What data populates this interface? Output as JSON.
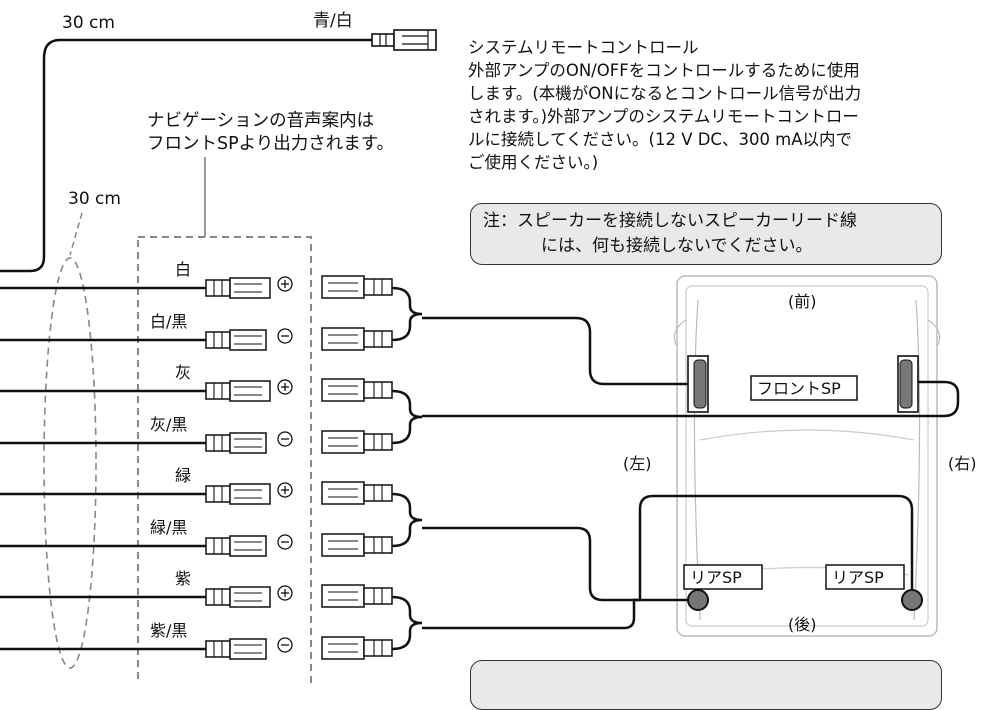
{
  "labels": {
    "cable_len_top": "30 cm",
    "cable_len_left": "30 cm",
    "remote_wire_color": "青/白",
    "nav_note_line1": "ナビゲーションの音声案内は",
    "nav_note_line2": "フロントSPより出力されます。",
    "front": "(前)",
    "rear": "(後)",
    "left": "(左)",
    "right": "(右)",
    "front_sp": "フロントSP",
    "rear_sp_left": "リアSP",
    "rear_sp_right": "リアSP"
  },
  "remote": {
    "title": "システムリモートコントロール",
    "lines": [
      "外部アンプのON/OFFをコントロールするために使用",
      "します。(本機がONになるとコントロール信号が出力",
      "されます。)外部アンプのシステムリモートコントロー",
      "ルに接続してください。(12 V DC、300 mA以内で",
      "ご使用ください。)"
    ]
  },
  "note": {
    "line1": "注：スピーカーを接続しないスピーカーリード線",
    "line2": "には、何も接続しないでください。"
  },
  "wires": [
    {
      "label": "白",
      "polarity": "+"
    },
    {
      "label": "白/黒",
      "polarity": "−"
    },
    {
      "label": "灰",
      "polarity": "+"
    },
    {
      "label": "灰/黒",
      "polarity": "−"
    },
    {
      "label": "緑",
      "polarity": "+"
    },
    {
      "label": "緑/黒",
      "polarity": "−"
    },
    {
      "label": "紫",
      "polarity": "+"
    },
    {
      "label": "紫/黒",
      "polarity": "−"
    }
  ]
}
